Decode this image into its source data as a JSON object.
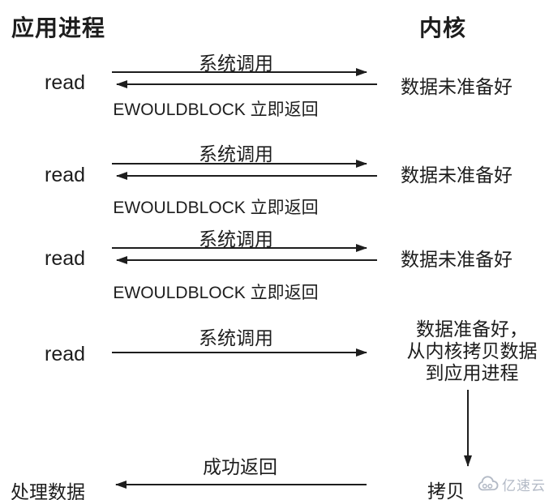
{
  "columns": {
    "left_header": "应用进程",
    "right_header": "内核"
  },
  "attempts": [
    {
      "caller": "read",
      "request_label": "系统调用",
      "kernel_response": "数据未准备好",
      "return_label": "EWOULDBLOCK 立即返回"
    },
    {
      "caller": "read",
      "request_label": "系统调用",
      "kernel_response": "数据未准备好",
      "return_label": "EWOULDBLOCK 立即返回"
    },
    {
      "caller": "read",
      "request_label": "系统调用",
      "kernel_response": "数据未准备好",
      "return_label": "EWOULDBLOCK 立即返回"
    }
  ],
  "final_attempt": {
    "caller": "read",
    "request_label": "系统调用",
    "kernel_response_lines": [
      "数据准备好，",
      "从内核拷贝数据",
      "到应用进程"
    ]
  },
  "copy_step": {
    "label": "拷贝"
  },
  "completion": {
    "return_label": "成功返回",
    "process_label": "处理数据"
  },
  "watermark": {
    "brand": "亿速云"
  },
  "colors": {
    "ink": "#1d1d1d",
    "watermark": "#b3bac6",
    "background": "#ffffff"
  }
}
